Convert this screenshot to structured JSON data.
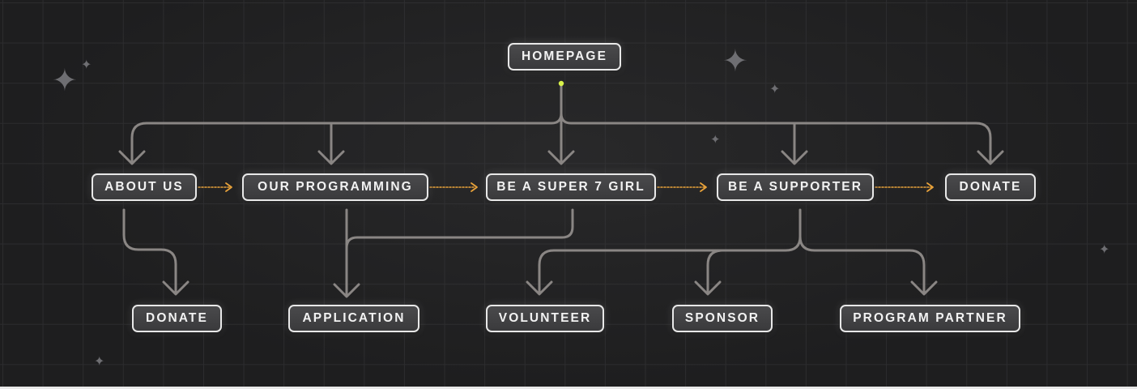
{
  "colors": {
    "connector": "#8a8684",
    "flow_arrow": "#e8a23a",
    "root_dot": "#d9f24a",
    "node_border": "#e8e8e8"
  },
  "diagram": {
    "nodes": [
      {
        "id": "homepage",
        "label": "HOMEPAGE"
      },
      {
        "id": "about-us",
        "label": "ABOUT US"
      },
      {
        "id": "our-programming",
        "label": "OUR PROGRAMMING"
      },
      {
        "id": "be-a-super-7-girl",
        "label": "BE A SUPER 7 GIRL"
      },
      {
        "id": "be-a-supporter",
        "label": "BE A SUPPORTER"
      },
      {
        "id": "donate-top",
        "label": "DONATE"
      },
      {
        "id": "donate-bottom",
        "label": "DONATE"
      },
      {
        "id": "application",
        "label": "APPLICATION"
      },
      {
        "id": "volunteer",
        "label": "VOLUNTEER"
      },
      {
        "id": "sponsor",
        "label": "SPONSOR"
      },
      {
        "id": "program-partner",
        "label": "PROGRAM PARTNER"
      }
    ],
    "hierarchy_links": [
      {
        "from": "homepage",
        "to": "about-us"
      },
      {
        "from": "homepage",
        "to": "our-programming"
      },
      {
        "from": "homepage",
        "to": "be-a-super-7-girl"
      },
      {
        "from": "homepage",
        "to": "be-a-supporter"
      },
      {
        "from": "homepage",
        "to": "donate-top"
      },
      {
        "from": "about-us",
        "to": "donate-bottom"
      },
      {
        "from": "our-programming",
        "to": "application"
      },
      {
        "from": "be-a-super-7-girl",
        "to": "application"
      },
      {
        "from": "be-a-supporter",
        "to": "volunteer"
      },
      {
        "from": "be-a-supporter",
        "to": "sponsor"
      },
      {
        "from": "be-a-supporter",
        "to": "program-partner"
      }
    ],
    "flow_links": [
      {
        "from": "about-us",
        "to": "our-programming"
      },
      {
        "from": "our-programming",
        "to": "be-a-super-7-girl"
      },
      {
        "from": "be-a-super-7-girl",
        "to": "be-a-supporter"
      },
      {
        "from": "be-a-supporter",
        "to": "donate-top"
      }
    ]
  }
}
